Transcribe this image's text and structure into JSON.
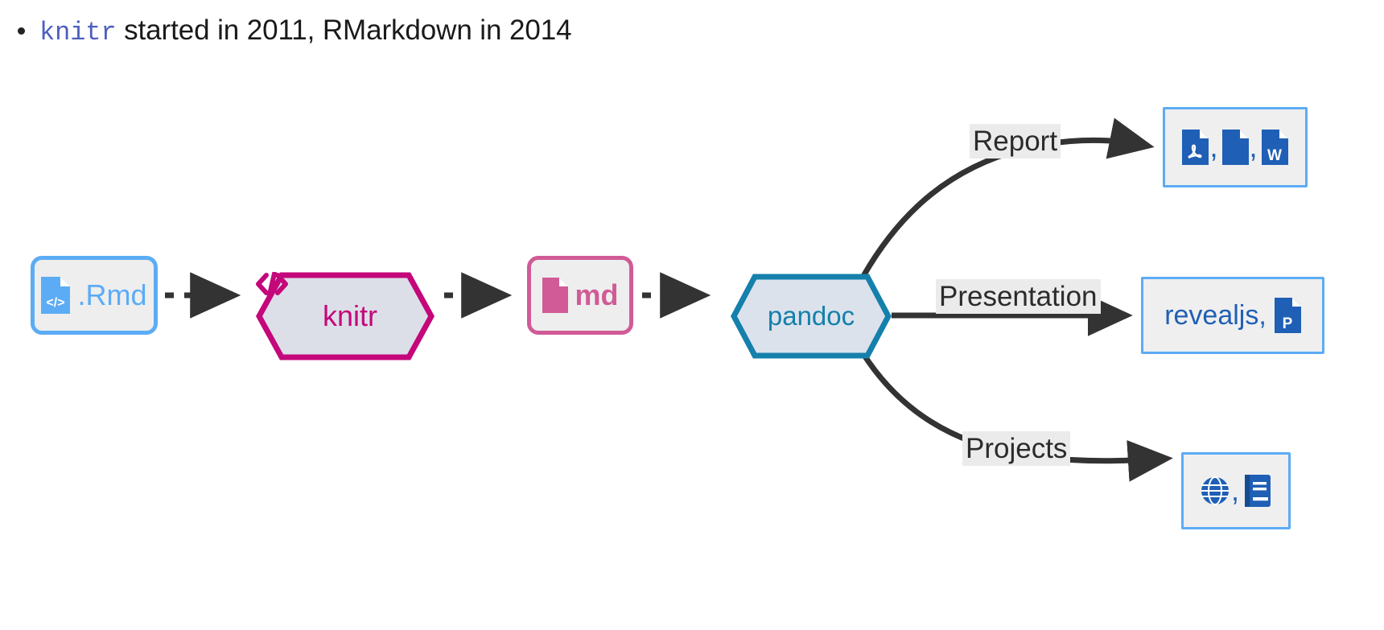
{
  "bullet": {
    "code_text": "knitr",
    "rest_text": " started in 2011, RMarkdown in 2014"
  },
  "diagram": {
    "type": "flowchart",
    "direction": "left-to-right",
    "nodes": [
      {
        "id": "rmd",
        "label": ".Rmd",
        "shape": "rounded-rect",
        "icon": "file-code-icon",
        "border_color": "#5cacf5",
        "fill": "#eeeeee",
        "text_color": "#5cacf5"
      },
      {
        "id": "knitr",
        "label": "knitr",
        "shape": "hexagon",
        "icon": "code-brackets-icon",
        "border_color": "#c4077a",
        "fill": "#dcdfe8",
        "text_color": "#c4077a"
      },
      {
        "id": "md",
        "label": "md",
        "shape": "rounded-rect",
        "icon": "file-icon",
        "border_color": "#d05b96",
        "fill": "#eeeeee",
        "text_color": "#d05b96"
      },
      {
        "id": "pandoc",
        "label": "pandoc",
        "shape": "hexagon",
        "icon": "",
        "border_color": "#1480ab",
        "fill": "#dce2ec",
        "text_color": "#1480ab"
      },
      {
        "id": "report",
        "label": "",
        "shape": "rect",
        "icon": "pdf-html-word-icons",
        "border_color": "#5cacf5",
        "fill": "#efefef",
        "text_color": "#1f5fb5"
      },
      {
        "id": "pres",
        "label": "revealjs,",
        "shape": "rect",
        "icon": "powerpoint-file-icon",
        "border_color": "#5cacf5",
        "fill": "#efefef",
        "text_color": "#1f5fb5"
      },
      {
        "id": "proj",
        "label": "",
        "shape": "rect",
        "icon": "globe-book-icons",
        "border_color": "#5cacf5",
        "fill": "#efefef",
        "text_color": "#1f5fb5"
      }
    ],
    "edges": [
      {
        "from": "rmd",
        "to": "knitr",
        "label": "",
        "style": "dotted"
      },
      {
        "from": "knitr",
        "to": "md",
        "label": "",
        "style": "dotted"
      },
      {
        "from": "md",
        "to": "pandoc",
        "label": "",
        "style": "dotted"
      },
      {
        "from": "pandoc",
        "to": "report",
        "label": "Report",
        "style": "solid-curve"
      },
      {
        "from": "pandoc",
        "to": "pres",
        "label": "Presentation",
        "style": "solid"
      },
      {
        "from": "pandoc",
        "to": "proj",
        "label": "Projects",
        "style": "solid-curve"
      }
    ],
    "output_icons": {
      "report": [
        "pdf-file-icon",
        "html-file-icon",
        "word-file-icon"
      ],
      "presentation": [
        "powerpoint-file-icon"
      ],
      "projects": [
        "globe-icon",
        "book-icon"
      ]
    },
    "colors": {
      "arrow": "#333333",
      "label_bg": "#ebebeb",
      "icon_blue": "#1f5fb5",
      "box_border": "#5cacf5"
    }
  }
}
